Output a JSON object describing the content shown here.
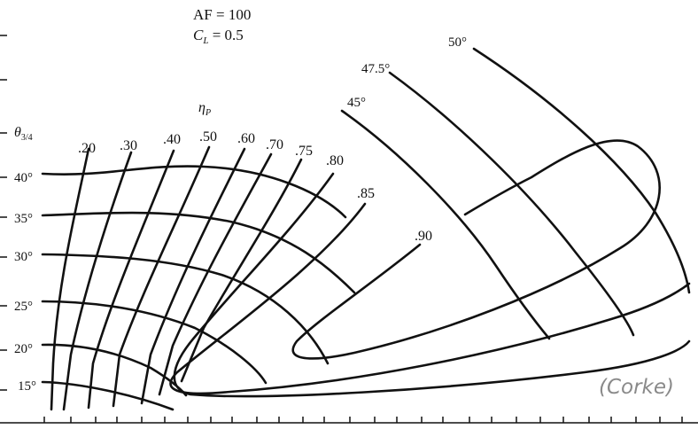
{
  "chart_data": {
    "type": "line",
    "title": "AF = 100",
    "subtitle_prefix": "C",
    "subtitle_sub": "L",
    "subtitle_suffix": " = 0.5",
    "ylabel": "θ",
    "ylabel_sub": "3/4",
    "eta_label": "η",
    "eta_sub": "P",
    "citation": "(Corke)",
    "y_ticks": [
      "40°",
      "35°",
      "30°",
      "25°",
      "20°",
      "15°"
    ],
    "efficiency_contours": [
      ".20",
      ".30",
      ".40",
      ".50",
      ".60",
      ".70",
      ".75",
      ".80",
      ".85",
      ".90"
    ],
    "pitch_lines": [
      "40°",
      "35°",
      "30°",
      "25°",
      "20°",
      "15°",
      "45°",
      "47.5°",
      "50°"
    ],
    "grid": false,
    "legend": "none"
  }
}
